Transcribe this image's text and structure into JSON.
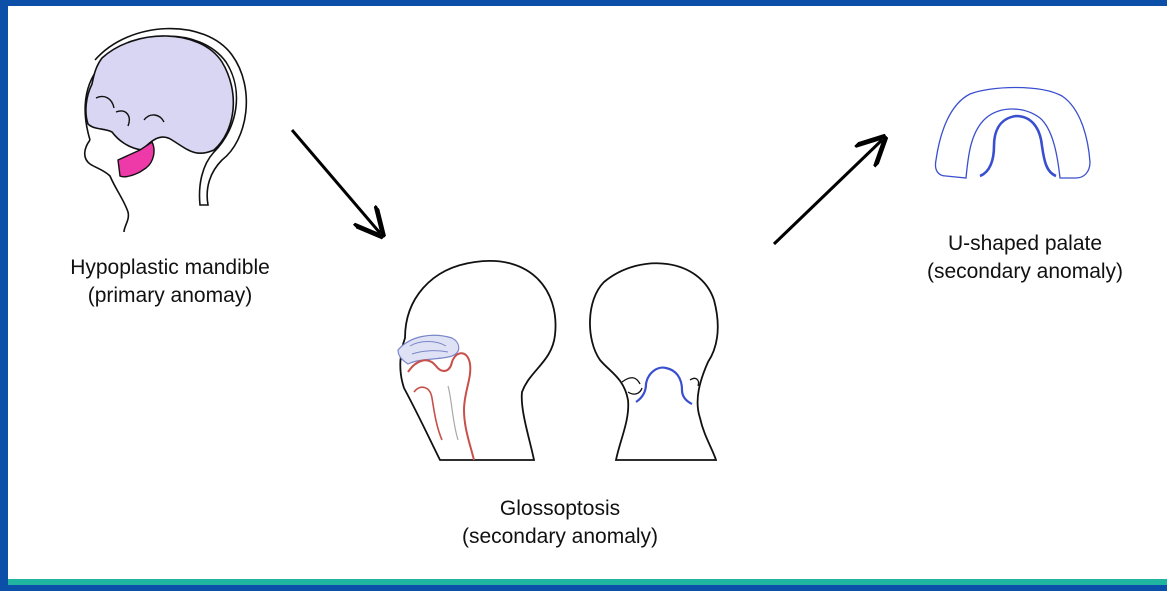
{
  "colors": {
    "frame_blue": "#0b4fa8",
    "frame_teal": "#1fb5a0",
    "skull_fill": "#d8d6f2",
    "mandible_pink": "#ee3aa8",
    "airway_red": "#c8504a",
    "tongue_blue": "#3a4fcf"
  },
  "icons": [
    "skull-profile-icon",
    "head-sagittal-section-icon",
    "head-back-view-icon",
    "palate-outline-icon",
    "arrow-down-right-icon",
    "arrow-up-right-icon"
  ],
  "labels": {
    "mandible": {
      "line1": "Hypoplastic mandible",
      "line2": "(primary anomay)"
    },
    "glossoptosis": {
      "line1": "Glossoptosis",
      "line2": "(secondary anomaly)"
    },
    "palate": {
      "line1": "U-shaped palate",
      "line2": "(secondary anomaly)"
    }
  }
}
